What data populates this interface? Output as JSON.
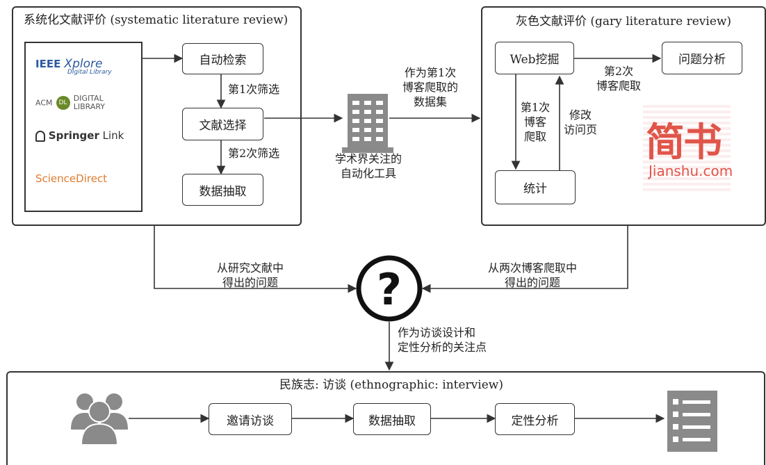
{
  "panels": {
    "systematic_title": "系统化文献评价 (systematic literature review)",
    "grey_title": "灰色文献评价 (gary literature review)",
    "ethno_title": "民族志: 访谈 (ethnographic: interview)"
  },
  "sources": {
    "ieee": "IEEE",
    "xplore": "Xplore",
    "xplore_sub": "Digital Library",
    "acm": "ACM",
    "acm_dl": "DL",
    "acm_digital": "DIGITAL",
    "acm_library": "LIBRARY",
    "springer": "Springer",
    "springer_link": "Link",
    "sciencedirect": "ScienceDirect"
  },
  "slr_steps": {
    "auto_search": "自动检索",
    "screen1": "第1次筛选",
    "lit_select": "文献选择",
    "screen2": "第2次筛选",
    "extract": "数据抽取"
  },
  "middle": {
    "dataset_label": "作为第1次\n博客爬取的\n数据集",
    "tool_label": "学术界关注的\n自动化工具"
  },
  "grey_steps": {
    "web_mining": "Web挖掘",
    "problem_analysis": "问题分析",
    "crawl2": "第2次\n博客爬取",
    "crawl1": "第1次\n博客\n爬取",
    "modify": "修改\n访问页",
    "stats": "统计"
  },
  "jianshu": {
    "logo_text": "简书",
    "url": "Jianshu.com",
    "accent": "#e0554a"
  },
  "convergence": {
    "from_lit": "从研究文献中\n得出的问题",
    "from_blog": "从两次博客爬取中\n得出的问题",
    "focus": "作为访谈设计和\n定性分析的关注点",
    "symbol": "?"
  },
  "ethno_steps": {
    "invite": "邀请访谈",
    "extract": "数据抽取",
    "qual": "定性分析"
  },
  "colors": {
    "line": "#333333",
    "icon_gray": "#8a8a8a",
    "ieee_blue": "#2c5aa0",
    "sciencedirect_orange": "#e07a2e"
  }
}
